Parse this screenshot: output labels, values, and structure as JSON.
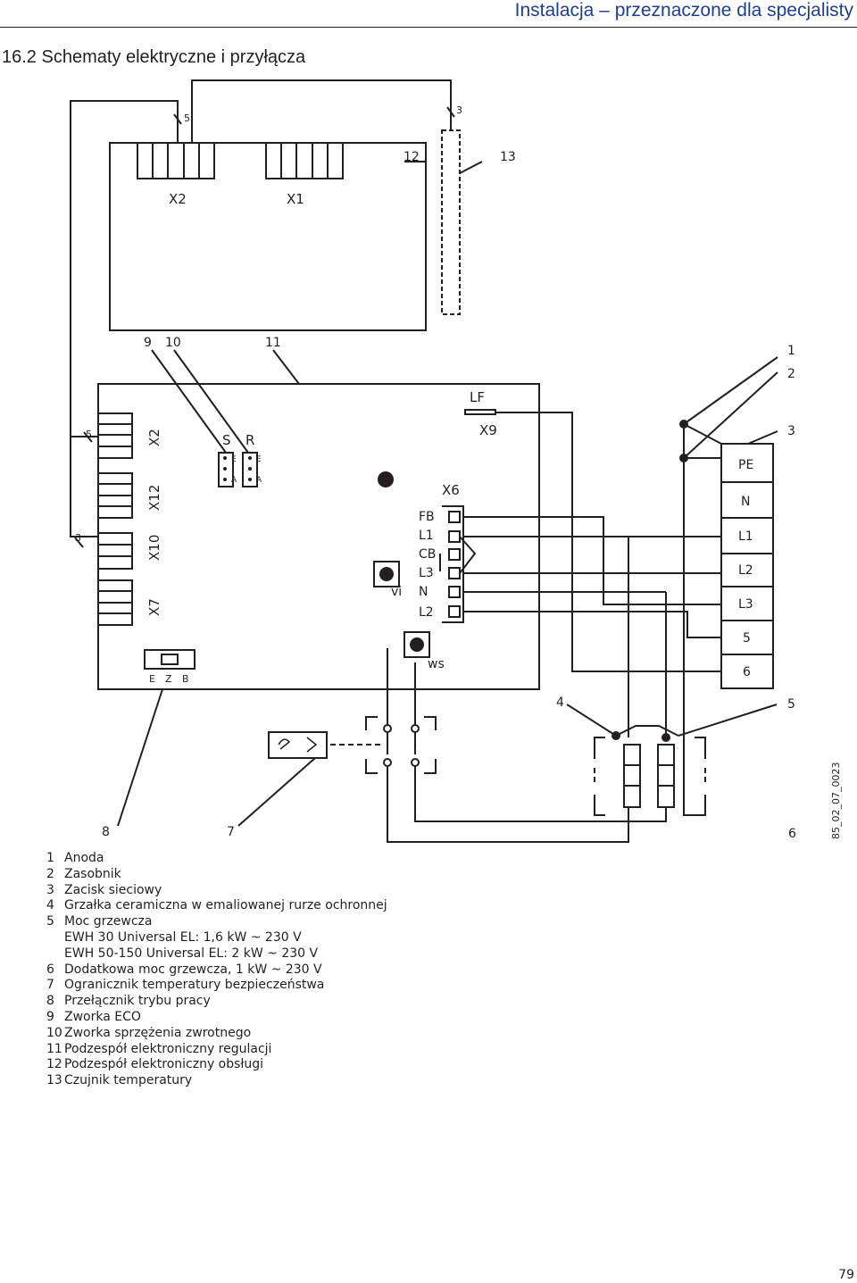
{
  "header": {
    "section_title": "Instalacja – przeznaczone dla specjalisty",
    "subsection": "16.2  Schematy elektryczne i przyłącza"
  },
  "diagram": {
    "figure_code": "85_02_07_0023",
    "connectors": {
      "top_x2": "X2",
      "top_x1": "X1",
      "left_x2": "X2",
      "left_x12": "X12",
      "left_x10": "X10",
      "left_x7": "X7",
      "x6": "X6",
      "x9": "X9",
      "lf": "LF"
    },
    "jumpers": {
      "s": "S",
      "r": "R",
      "e1": "E",
      "a1": "A",
      "e2": "E",
      "a2": "A"
    },
    "x6_pins": [
      "FB",
      "L1",
      "CB",
      "L3",
      "N",
      "L2"
    ],
    "switch_labels": [
      "E",
      "Z",
      "B"
    ],
    "misc": {
      "vi": "vi",
      "ws": "ws"
    },
    "terminal_block": [
      "PE",
      "N",
      "L1",
      "L2",
      "L3",
      "5",
      "6"
    ],
    "callouts": {
      "c1": "1",
      "c2": "2",
      "c3": "3",
      "c4": "4",
      "c5": "5",
      "c6": "6",
      "c7": "7",
      "c8": "8",
      "c9": "9",
      "c10": "10",
      "c11": "11",
      "c12": "12",
      "c13": "13",
      "wire5_top": "5",
      "wire3_top": "3",
      "wire5_left": "5",
      "wire3_left": "3"
    }
  },
  "legend": [
    {
      "num": "1",
      "text": "Anoda"
    },
    {
      "num": "2",
      "text": "Zasobnik"
    },
    {
      "num": "3",
      "text": "Zacisk sieciowy"
    },
    {
      "num": "4",
      "text": "Grzałka ceramiczna w emaliowanej rurze ochronnej"
    },
    {
      "num": "5",
      "text": "Moc grzewcza",
      "sub": [
        "EWH 30 Universal EL: 1,6 kW ~ 230 V",
        "EWH 50-150 Universal EL: 2 kW ~ 230 V"
      ]
    },
    {
      "num": "6",
      "text": "Dodatkowa moc grzewcza, 1 kW ~ 230 V"
    },
    {
      "num": "7",
      "text": "Ogranicznik temperatury bezpieczeństwa"
    },
    {
      "num": "8",
      "text": "Przełącznik trybu pracy"
    },
    {
      "num": "9",
      "text": "Zworka ECO"
    },
    {
      "num": "10",
      "text": "Zworka sprzężenia zwrotnego"
    },
    {
      "num": "11",
      "text": "Podzespół elektroniczny regulacji"
    },
    {
      "num": "12",
      "text": "Podzespół elektroniczny obsługi"
    },
    {
      "num": "13",
      "text": "Czujnik temperatury"
    }
  ],
  "page_number": "79"
}
